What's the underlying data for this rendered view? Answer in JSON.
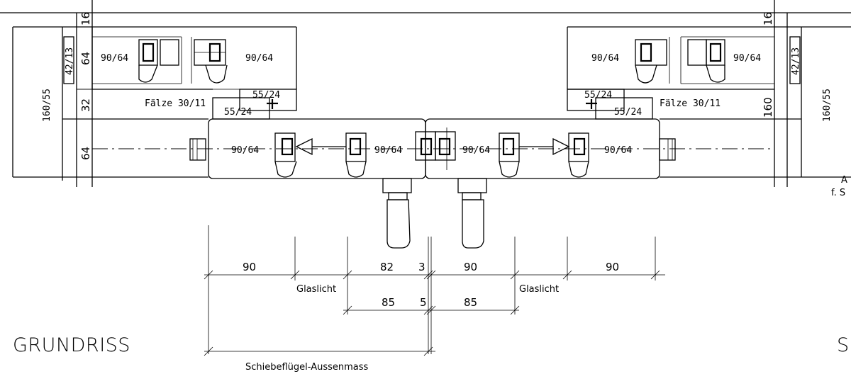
{
  "view_title": "GRUNDRISS",
  "view_title_right_partial": "S(",
  "profile_labels": {
    "upper_left_sash": "90/64",
    "upper_left_frame": "90/64",
    "upper_right_frame": "90/64",
    "upper_right_sash": "90/64",
    "lower_left_outer": "90/64",
    "lower_center_left": "90/64",
    "lower_center_right": "90/64",
    "lower_right_outer": "90/64",
    "rebate_left_top": "55/24",
    "rebate_left_bottom": "55/24",
    "rebate_right_top": "55/24",
    "rebate_right_bottom": "55/24",
    "rebate_note_left": "Fälze 30/11",
    "rebate_note_right": "Fälze 30/11",
    "jamb_left": "160/55",
    "jamb_right": "160/55",
    "strip_left": "42/13",
    "strip_right": "42/13"
  },
  "vertical_dims": {
    "left_16": "16",
    "left_64_top": "64",
    "left_32": "32",
    "left_64_bottom": "64",
    "right_16": "16",
    "right_160": "160"
  },
  "horizontal_dims": {
    "d1": "90",
    "d2": "82",
    "d3": "3",
    "d4": "90",
    "d5": "90",
    "d6": "85",
    "d7": "5",
    "d8": "85"
  },
  "notes": {
    "glaslicht_left": "Glaslicht",
    "glaslicht_right": "Glaslicht",
    "outer_size": "Schiebeflügel-Aussenmass",
    "edge_fragment_1": "A",
    "edge_fragment_2": "f. S"
  }
}
